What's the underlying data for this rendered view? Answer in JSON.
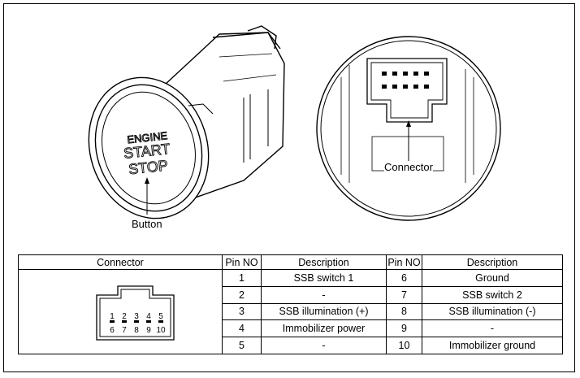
{
  "labels": {
    "button": "Button",
    "connector": "Connector",
    "engine_text": [
      "ENGINE",
      "START",
      "STOP"
    ]
  },
  "table": {
    "headers": [
      "Connector",
      "Pin NO",
      "Description",
      "Pin NO",
      "Description"
    ],
    "rows": [
      [
        "1",
        "SSB switch 1",
        "6",
        "Ground"
      ],
      [
        "2",
        "-",
        "7",
        "SSB switch 2"
      ],
      [
        "3",
        "SSB illumination (+)",
        "8",
        "SSB illumination (-)"
      ],
      [
        "4",
        "Immobilizer power",
        "9",
        "-"
      ],
      [
        "5",
        "-",
        "10",
        "Immobilizer ground"
      ]
    ],
    "connector_pins_top": [
      "1",
      "2",
      "3",
      "4",
      "5"
    ],
    "connector_pins_bottom": [
      "6",
      "7",
      "8",
      "9",
      "10"
    ]
  }
}
